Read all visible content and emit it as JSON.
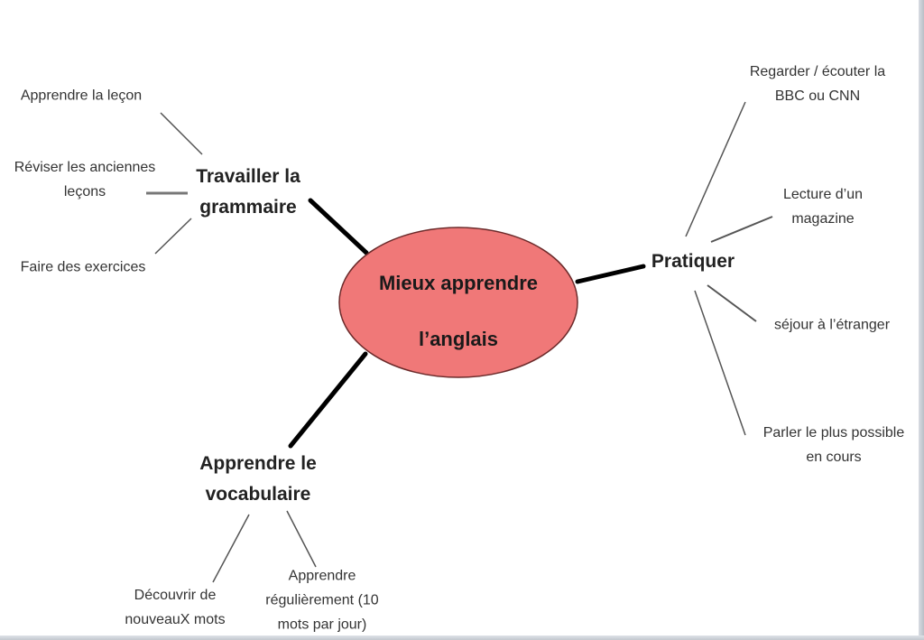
{
  "colors": {
    "center_fill": "#F07878",
    "center_stroke": "#6b2a2a",
    "connector_thick": "#000000",
    "connector_thin": "#555555"
  },
  "center": {
    "line1": "Mieux apprendre",
    "line2": "l’anglais"
  },
  "branches": {
    "grammaire": {
      "label_lines": [
        "Travailler la",
        "grammaire"
      ],
      "leaves": [
        {
          "lines": [
            "Apprendre la leçon"
          ]
        },
        {
          "lines": [
            "Réviser les anciennes",
            "leçons"
          ]
        },
        {
          "lines": [
            "Faire des exercices"
          ]
        }
      ]
    },
    "pratiquer": {
      "label_lines": [
        "Pratiquer"
      ],
      "leaves": [
        {
          "lines": [
            "Regarder / écouter la",
            "BBC ou CNN"
          ]
        },
        {
          "lines": [
            "Lecture d’un",
            "magazine"
          ]
        },
        {
          "lines": [
            "séjour à l’étranger"
          ]
        },
        {
          "lines": [
            "Parler le plus possible",
            "en cours"
          ]
        }
      ]
    },
    "vocabulaire": {
      "label_lines": [
        "Apprendre le",
        "vocabulaire"
      ],
      "leaves": [
        {
          "lines": [
            "Découvrir de",
            "nouveauX mots"
          ]
        },
        {
          "lines": [
            "Apprendre",
            "régulièrement (10",
            "mots par jour)"
          ]
        }
      ]
    }
  }
}
